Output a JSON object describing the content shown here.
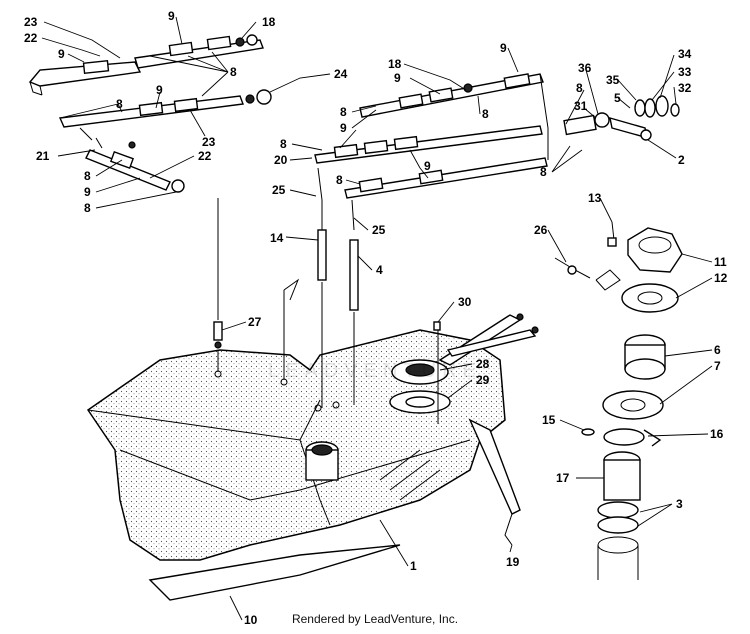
{
  "footer_text": "Rendered by LeadVenture, Inc.",
  "watermark_text": "LEADVENTURE",
  "callouts": [
    {
      "id": "c23a",
      "text": "23"
    },
    {
      "id": "c22a",
      "text": "22"
    },
    {
      "id": "c9a",
      "text": "9"
    },
    {
      "id": "c9b",
      "text": "9"
    },
    {
      "id": "c18a",
      "text": "18"
    },
    {
      "id": "c8a",
      "text": "8"
    },
    {
      "id": "c24",
      "text": "24"
    },
    {
      "id": "c9c",
      "text": "9"
    },
    {
      "id": "c8b",
      "text": "8"
    },
    {
      "id": "c23b",
      "text": "23"
    },
    {
      "id": "c21",
      "text": "21"
    },
    {
      "id": "c8c",
      "text": "8"
    },
    {
      "id": "c22b",
      "text": "22"
    },
    {
      "id": "c9d",
      "text": "9"
    },
    {
      "id": "c8d",
      "text": "8"
    },
    {
      "id": "c18b",
      "text": "18"
    },
    {
      "id": "c9e",
      "text": "9"
    },
    {
      "id": "c9f",
      "text": "9"
    },
    {
      "id": "c8e",
      "text": "8"
    },
    {
      "id": "c8f",
      "text": "8"
    },
    {
      "id": "c9g",
      "text": "9"
    },
    {
      "id": "c8g",
      "text": "8"
    },
    {
      "id": "c20",
      "text": "20"
    },
    {
      "id": "c9h",
      "text": "9"
    },
    {
      "id": "c8h",
      "text": "8"
    },
    {
      "id": "c25a",
      "text": "25"
    },
    {
      "id": "c25b",
      "text": "25"
    },
    {
      "id": "c36",
      "text": "36"
    },
    {
      "id": "c8i",
      "text": "8"
    },
    {
      "id": "c31",
      "text": "31"
    },
    {
      "id": "c35",
      "text": "35"
    },
    {
      "id": "c5",
      "text": "5"
    },
    {
      "id": "c34",
      "text": "34"
    },
    {
      "id": "c33",
      "text": "33"
    },
    {
      "id": "c32",
      "text": "32"
    },
    {
      "id": "c2",
      "text": "2"
    },
    {
      "id": "c8j",
      "text": "8"
    },
    {
      "id": "c14",
      "text": "14"
    },
    {
      "id": "c4",
      "text": "4"
    },
    {
      "id": "c13",
      "text": "13"
    },
    {
      "id": "c26",
      "text": "26"
    },
    {
      "id": "c11",
      "text": "11"
    },
    {
      "id": "c12",
      "text": "12"
    },
    {
      "id": "c27",
      "text": "27"
    },
    {
      "id": "c30",
      "text": "30"
    },
    {
      "id": "c6",
      "text": "6"
    },
    {
      "id": "c7",
      "text": "7"
    },
    {
      "id": "c28",
      "text": "28"
    },
    {
      "id": "c29",
      "text": "29"
    },
    {
      "id": "c15",
      "text": "15"
    },
    {
      "id": "c16",
      "text": "16"
    },
    {
      "id": "c17",
      "text": "17"
    },
    {
      "id": "c3",
      "text": "3"
    },
    {
      "id": "c19",
      "text": "19"
    },
    {
      "id": "c1",
      "text": "1"
    },
    {
      "id": "c10",
      "text": "10"
    }
  ]
}
